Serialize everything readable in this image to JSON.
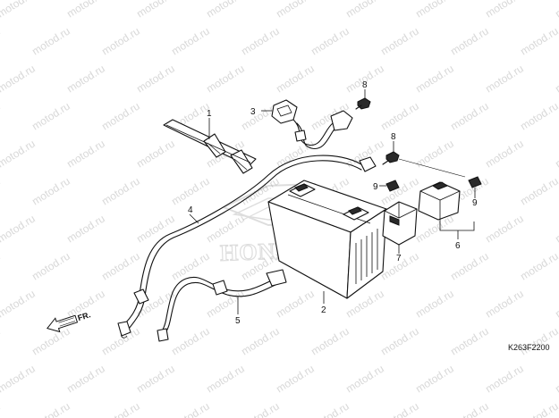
{
  "watermark": "motod.ru",
  "brand_logo_text": "HONDA",
  "diagram_code": "K263F2200",
  "front_arrow_label": "FR.",
  "callouts": {
    "c1": "1",
    "c2": "2",
    "c3": "3",
    "c4": "4",
    "c5": "5",
    "c6": "6",
    "c7": "7",
    "c8a": "8",
    "c8b": "8",
    "c9a": "9",
    "c9b": "9"
  }
}
